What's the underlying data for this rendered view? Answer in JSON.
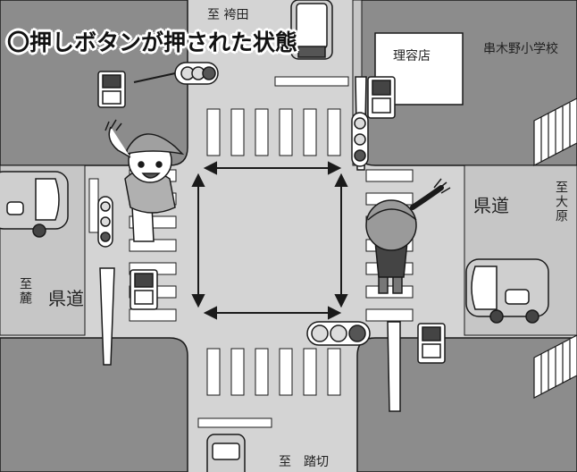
{
  "title": "〇押しボタンが押された状態",
  "labels": {
    "to_north": "至 袴田",
    "barber_shop": "理容店",
    "school": "串木野小学校",
    "prefectural_road_east": "県道",
    "to_east": "至大原",
    "to_west": "至麓",
    "prefectural_road_west": "県道",
    "to_south": "至　踏切"
  },
  "colors": {
    "road": "#d4d4d4",
    "block": "#8c8c8c",
    "sidewalk": "#ffffff",
    "stroke": "#1a1a1a",
    "arrow": "#1a1a1a"
  },
  "icons": [
    "pedestrian-signal-icon",
    "vehicle-signal-icon",
    "car-icon",
    "child-icon",
    "fence-icon",
    "arrow-icon"
  ]
}
